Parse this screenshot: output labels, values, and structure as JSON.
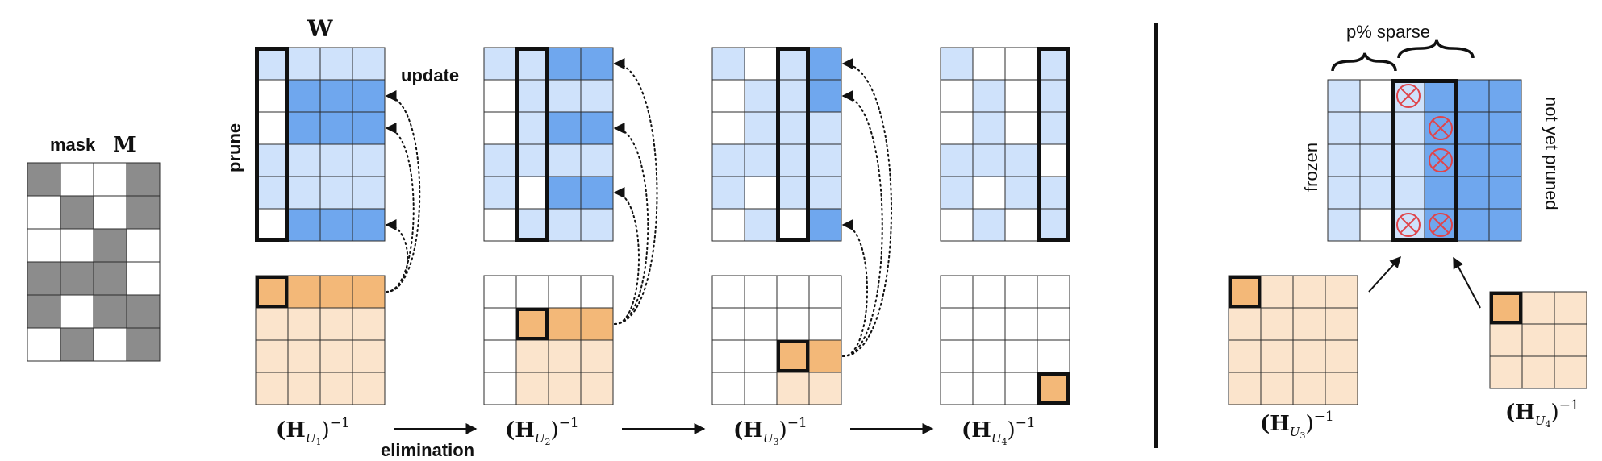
{
  "colors": {
    "grid_line": "#2b2b2b",
    "frame": "#111111",
    "mask_on": "#8c8c8c",
    "mask_off": "#ffffff",
    "w_light": "#cfe2fb",
    "w_dark": "#6fa7ee",
    "w_zero": "#ffffff",
    "h_light": "#fbe4cc",
    "h_dark": "#f3b878",
    "h_zero": "#ffffff",
    "pruned_marker": "#e0444a"
  },
  "labels": {
    "mask_word": "mask",
    "mask_symbol": "M",
    "w_symbol": "W",
    "prune": "prune",
    "update": "update",
    "elimination": "elimination",
    "sparse": "p% sparse",
    "frozen": "frozen",
    "not_yet_pruned": "not yet pruned"
  },
  "hinv_labels": [
    {
      "name": "hinv-label-1",
      "base": "(H",
      "sub": "U",
      "idx": "1",
      "sup": "−1"
    },
    {
      "name": "hinv-label-2",
      "base": "(H",
      "sub": "U",
      "idx": "2",
      "sup": "−1"
    },
    {
      "name": "hinv-label-3",
      "base": "(H",
      "sub": "U",
      "idx": "3",
      "sup": "−1"
    },
    {
      "name": "hinv-label-4",
      "base": "(H",
      "sub": "U",
      "idx": "4",
      "sup": "−1"
    },
    {
      "name": "hinv-label-right-3",
      "base": "(H",
      "sub": "U",
      "idx": "3",
      "sup": "−1"
    },
    {
      "name": "hinv-label-right-4",
      "base": "(H",
      "sub": "U",
      "idx": "4",
      "sup": "−1"
    }
  ],
  "mask_grid": [
    [
      1,
      0,
      0,
      1
    ],
    [
      0,
      1,
      0,
      1
    ],
    [
      0,
      0,
      1,
      0
    ],
    [
      1,
      1,
      1,
      0
    ],
    [
      1,
      0,
      1,
      1
    ],
    [
      0,
      1,
      0,
      1
    ]
  ],
  "w_steps": [
    {
      "highlight_col": 0,
      "cells": [
        [
          1,
          1,
          1,
          1
        ],
        [
          0,
          2,
          2,
          2
        ],
        [
          0,
          2,
          2,
          2
        ],
        [
          1,
          1,
          1,
          1
        ],
        [
          1,
          1,
          1,
          1
        ],
        [
          0,
          2,
          2,
          2
        ]
      ]
    },
    {
      "highlight_col": 1,
      "cells": [
        [
          1,
          1,
          2,
          2
        ],
        [
          0,
          1,
          1,
          1
        ],
        [
          0,
          1,
          2,
          2
        ],
        [
          1,
          1,
          1,
          1
        ],
        [
          1,
          0,
          2,
          2
        ],
        [
          0,
          1,
          1,
          1
        ]
      ]
    },
    {
      "highlight_col": 2,
      "cells": [
        [
          1,
          0,
          1,
          2
        ],
        [
          0,
          1,
          1,
          2
        ],
        [
          0,
          1,
          1,
          1
        ],
        [
          1,
          1,
          1,
          1
        ],
        [
          1,
          0,
          1,
          1
        ],
        [
          0,
          1,
          0,
          2
        ]
      ]
    },
    {
      "highlight_col": 3,
      "cells": [
        [
          1,
          0,
          0,
          1
        ],
        [
          0,
          1,
          0,
          1
        ],
        [
          0,
          1,
          0,
          1
        ],
        [
          1,
          1,
          1,
          0
        ],
        [
          1,
          0,
          1,
          1
        ],
        [
          0,
          1,
          0,
          1
        ]
      ]
    }
  ],
  "h_steps": [
    {
      "hl": [
        0,
        0
      ],
      "cells": [
        [
          2,
          2,
          2,
          2
        ],
        [
          1,
          1,
          1,
          1
        ],
        [
          1,
          1,
          1,
          1
        ],
        [
          1,
          1,
          1,
          1
        ]
      ]
    },
    {
      "hl": [
        1,
        1
      ],
      "cells": [
        [
          0,
          0,
          0,
          0
        ],
        [
          0,
          2,
          2,
          2
        ],
        [
          0,
          1,
          1,
          1
        ],
        [
          0,
          1,
          1,
          1
        ]
      ]
    },
    {
      "hl": [
        2,
        2
      ],
      "cells": [
        [
          0,
          0,
          0,
          0
        ],
        [
          0,
          0,
          0,
          0
        ],
        [
          0,
          0,
          2,
          2
        ],
        [
          0,
          0,
          1,
          1
        ]
      ]
    },
    {
      "hl": [
        3,
        3
      ],
      "cells": [
        [
          0,
          0,
          0,
          0
        ],
        [
          0,
          0,
          0,
          0
        ],
        [
          0,
          0,
          0,
          0
        ],
        [
          0,
          0,
          0,
          2
        ]
      ]
    }
  ],
  "right_w": {
    "cells": [
      [
        1,
        0,
        1,
        2,
        2,
        2
      ],
      [
        1,
        1,
        1,
        2,
        2,
        2
      ],
      [
        1,
        1,
        1,
        2,
        2,
        2
      ],
      [
        1,
        1,
        1,
        2,
        2,
        2
      ],
      [
        1,
        0,
        1,
        2,
        2,
        2
      ]
    ],
    "marked": [
      [
        0,
        2
      ],
      [
        1,
        3
      ],
      [
        2,
        3
      ],
      [
        4,
        2
      ],
      [
        4,
        3
      ]
    ]
  },
  "right_h": [
    {
      "hl": [
        0,
        0
      ],
      "cells": [
        [
          2,
          1,
          1,
          1
        ],
        [
          1,
          1,
          1,
          1
        ],
        [
          1,
          1,
          1,
          1
        ],
        [
          1,
          1,
          1,
          1
        ]
      ]
    },
    {
      "hl": [
        0,
        0
      ],
      "cells": [
        [
          2,
          1,
          1
        ],
        [
          1,
          1,
          1
        ],
        [
          1,
          1,
          1
        ]
      ]
    }
  ]
}
